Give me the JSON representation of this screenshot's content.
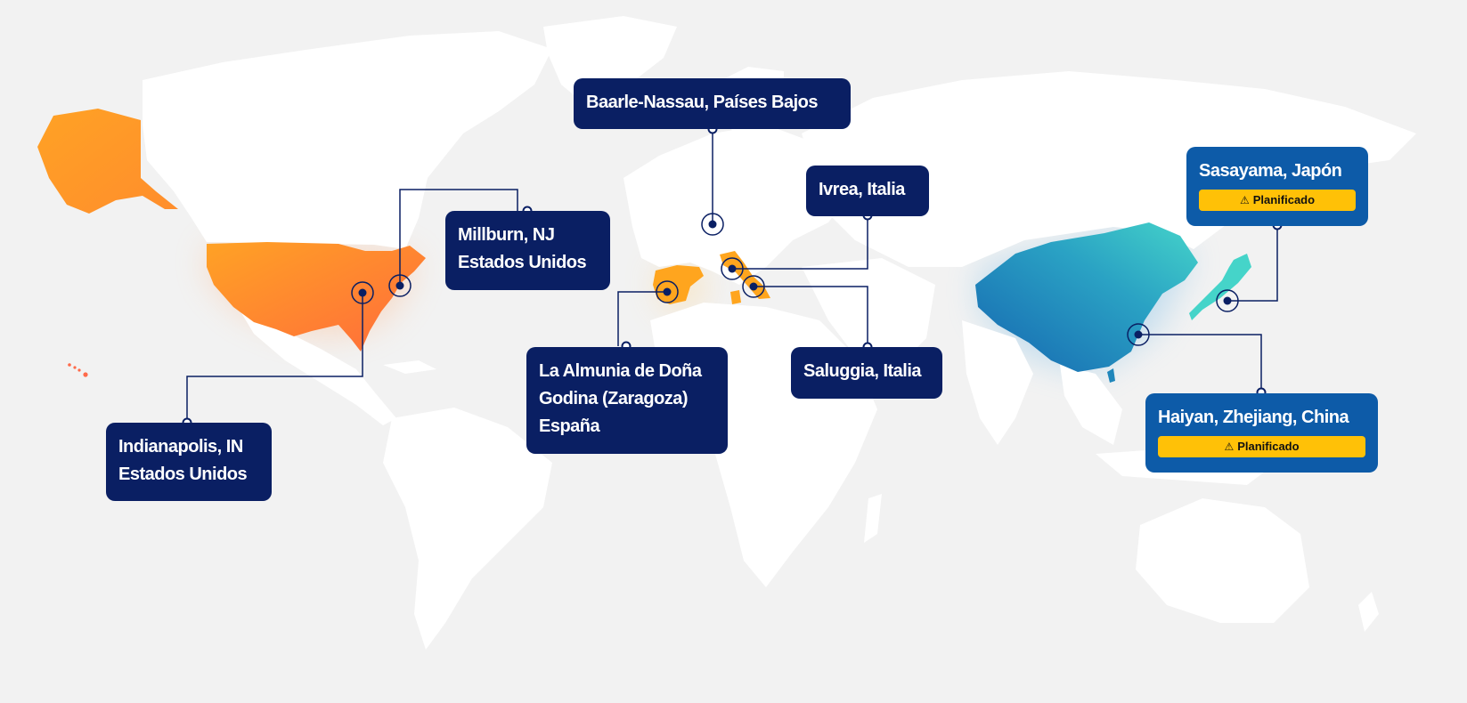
{
  "colors": {
    "background": "#f2f2f2",
    "land": "#ffffff",
    "usa_gradient": [
      "#ffa225",
      "#ff6b3b"
    ],
    "europe": "#ffa51e",
    "asia_gradient": [
      "#1565b0",
      "#40d0c8"
    ],
    "label_bg": "#0a1f63",
    "planned_label_bg": "#0d5ba8",
    "badge": "#ffc107",
    "connector": "#0a1f63"
  },
  "locations": [
    {
      "id": "indianapolis",
      "lines": [
        "Indianapolis, IN",
        "Estados Unidos"
      ],
      "planned": false
    },
    {
      "id": "millburn",
      "lines": [
        "Millburn, NJ",
        "Estados Unidos"
      ],
      "planned": false
    },
    {
      "id": "baarle",
      "lines": [
        "Baarle-Nassau, Países Bajos"
      ],
      "planned": false
    },
    {
      "id": "ivrea",
      "lines": [
        "Ivrea, Italia"
      ],
      "planned": false
    },
    {
      "id": "almunia",
      "lines": [
        "La Almunia de Doña",
        "Godina (Zaragoza)",
        "España"
      ],
      "planned": false
    },
    {
      "id": "saluggia",
      "lines": [
        "Saluggia, Italia"
      ],
      "planned": false
    },
    {
      "id": "sasayama",
      "lines": [
        "Sasayama, Japón"
      ],
      "planned": true,
      "status_icon": "traffic-cone-icon",
      "status": "Planificado"
    },
    {
      "id": "haiyan",
      "lines": [
        "Haiyan, Zhejiang, China"
      ],
      "planned": true,
      "status_icon": "traffic-cone-icon",
      "status": "Planificado"
    }
  ]
}
